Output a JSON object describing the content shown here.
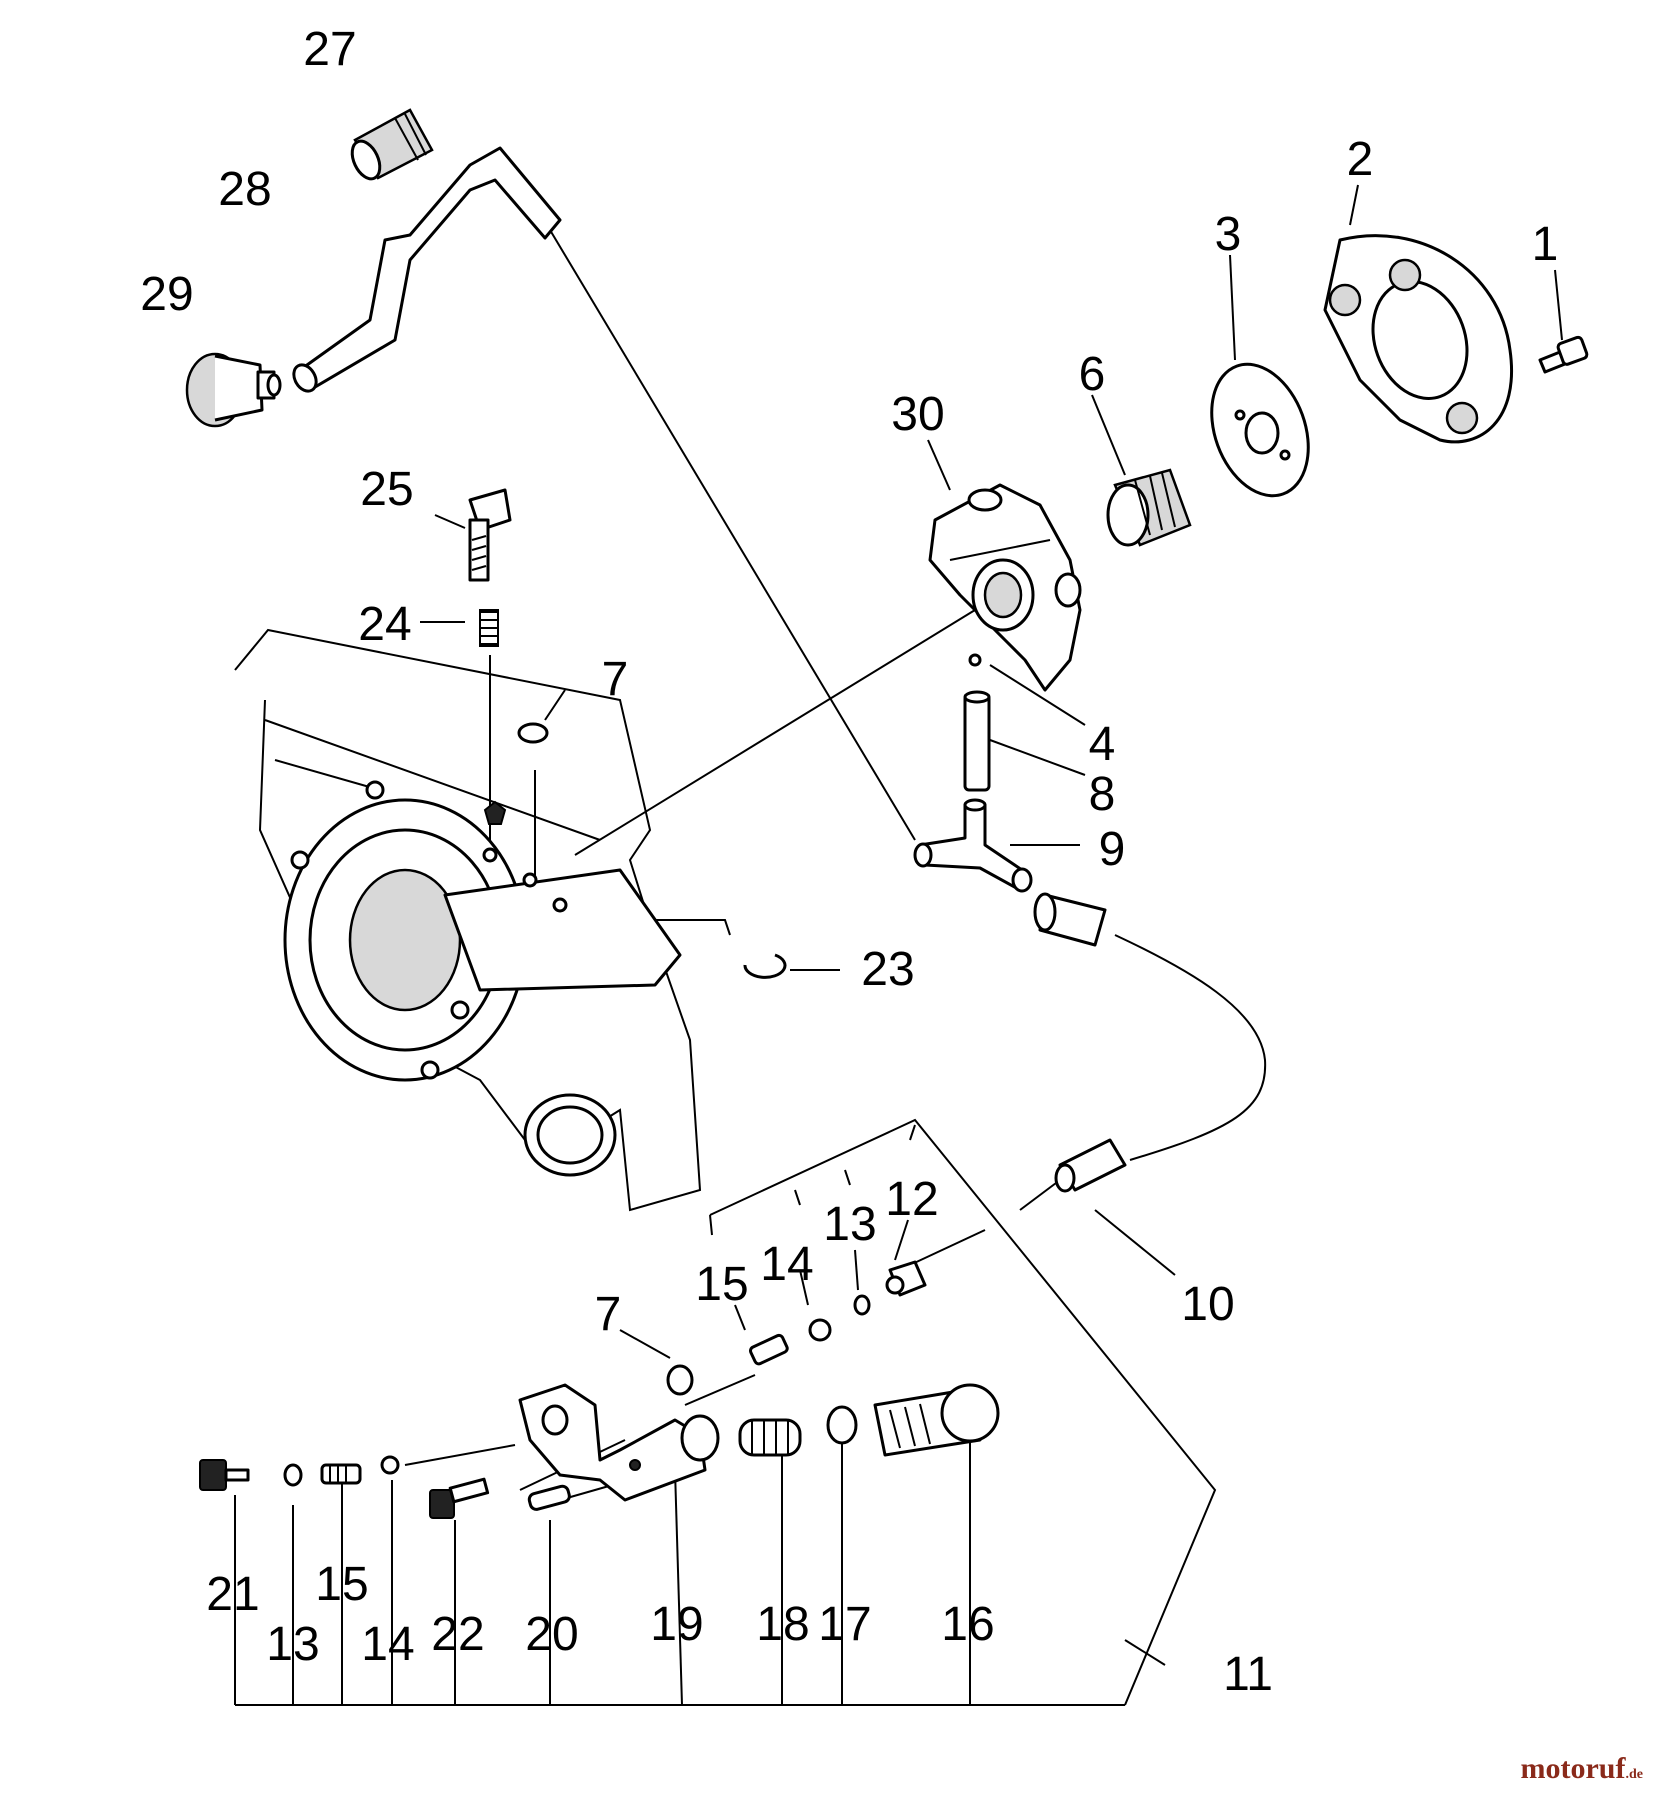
{
  "labels": {
    "p1": "1",
    "p2": "2",
    "p3": "3",
    "p4": "4",
    "p6": "6",
    "p7a": "7",
    "p7b": "7",
    "p8": "8",
    "p9": "9",
    "p10": "10",
    "p11": "11",
    "p12": "12",
    "p13a": "13",
    "p13b": "13",
    "p14a": "14",
    "p14b": "14",
    "p15a": "15",
    "p15b": "15",
    "p16": "16",
    "p17": "17",
    "p18": "18",
    "p19": "19",
    "p20": "20",
    "p21": "21",
    "p22": "22",
    "p23": "23",
    "p24": "24",
    "p25": "25",
    "p27": "27",
    "p28": "28",
    "p29": "29",
    "p30": "30"
  },
  "watermark": {
    "text": "motoruf",
    "suffix": ".de",
    "color": "#8a2a1a"
  }
}
